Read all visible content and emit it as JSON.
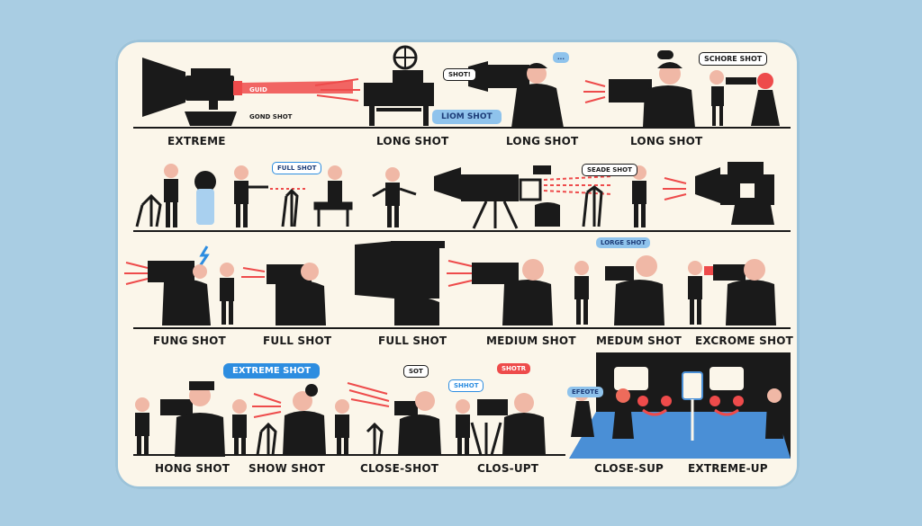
{
  "captions": [
    {
      "id": "c-extreme",
      "text": "EXTREME"
    },
    {
      "id": "c-long1",
      "text": "LONG SHOT"
    },
    {
      "id": "c-long2",
      "text": "LONG SHOT"
    },
    {
      "id": "c-long3",
      "text": "LONG SHOT"
    },
    {
      "id": "c-fung",
      "text": "FUNG SHOT"
    },
    {
      "id": "c-full1",
      "text": "FULL SHOT"
    },
    {
      "id": "c-full2",
      "text": "FULL SHOT"
    },
    {
      "id": "c-medium",
      "text": "MEDIUM SHOT"
    },
    {
      "id": "c-medum",
      "text": "MEDUM SHOT"
    },
    {
      "id": "c-excrome",
      "text": "EXCROME SHOT"
    },
    {
      "id": "c-hong",
      "text": "HONG SHOT"
    },
    {
      "id": "c-show",
      "text": "SHOW SHOT"
    },
    {
      "id": "c-close",
      "text": "CLOSE-SHOT"
    },
    {
      "id": "c-clos",
      "text": "CLOS-UPT"
    },
    {
      "id": "c-closesup",
      "text": "CLOSE-SUP"
    },
    {
      "id": "c-extremeup",
      "text": "EXTREME-UP"
    }
  ],
  "bubbles": {
    "r1_guid": "GUID",
    "r1_gond": "GOND SHOT",
    "r1_shot": "SHOT!",
    "r1_liom": "LIOM SHOT",
    "r1_dots": "...",
    "r1_sghore": "SCHORE SHOT",
    "r2_full": "FULL SHOT",
    "r2_sead": "SEADE SHOT",
    "r3_lorge": "LORGE SHOT",
    "r4_extreme": "EXTREME SHOT",
    "r4_sot": "SOT",
    "r4_shhot": "SHHOT",
    "r4_shotr": "SHOTR",
    "r4_efeote": "EFEOTE"
  },
  "colors": {
    "background": "#a9cde3",
    "card": "#fbf6ea",
    "ink": "#1a1a1a",
    "accent_red": "#ee4b4b",
    "accent_blue": "#2d8de0",
    "skin": "#f0b8a6"
  }
}
